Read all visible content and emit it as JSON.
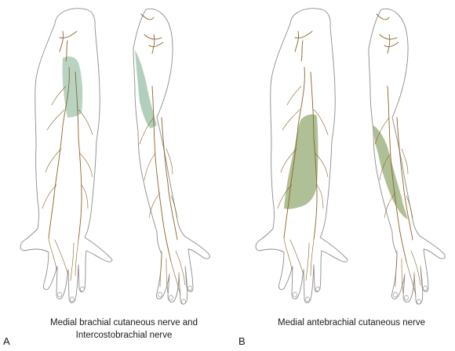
{
  "panels": [
    {
      "letter": "A",
      "caption_line1": "Medial brachial cutaneous nerve and",
      "caption_line2": "Intercostobrachial nerve",
      "shade_color": "#7fae8f"
    },
    {
      "letter": "B",
      "caption_line1": "Medial antebrachial cutaneous nerve",
      "caption_line2": "",
      "shade_color": "#7e9755"
    }
  ],
  "colors": {
    "outline": "#8c8c8c",
    "nerve": "#8a6428",
    "background": "#ffffff"
  }
}
